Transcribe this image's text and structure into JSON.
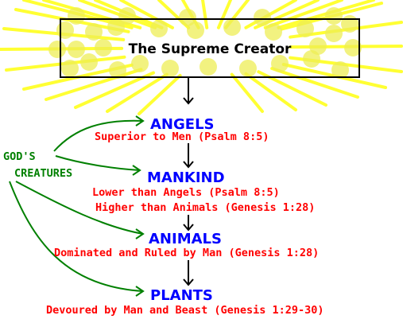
{
  "colors": {
    "heading": "#0000ff",
    "description": "#ff0000",
    "side_label": "#008000",
    "connector": "#008000",
    "rays": "#ffff33",
    "glow": "#eeee55",
    "box_border": "#000000",
    "arrow": "#000000"
  },
  "creator": {
    "title": "The Supreme Creator"
  },
  "side_label": {
    "line1": "GOD'S",
    "line2": "CREATURES"
  },
  "tiers": [
    {
      "heading": "ANGELS",
      "lines": [
        "Superior to Men (Psalm 8:5)"
      ]
    },
    {
      "heading": "MANKIND",
      "lines": [
        "Lower than Angels (Psalm 8:5)",
        "Higher than Animals (Genesis 1:28)"
      ]
    },
    {
      "heading": "ANIMALS",
      "lines": [
        "Dominated and Ruled by Man (Genesis 1:28)"
      ]
    },
    {
      "heading": "PLANTS",
      "lines": [
        "Devoured by Man and Beast (Genesis 1:29-30)"
      ]
    }
  ]
}
